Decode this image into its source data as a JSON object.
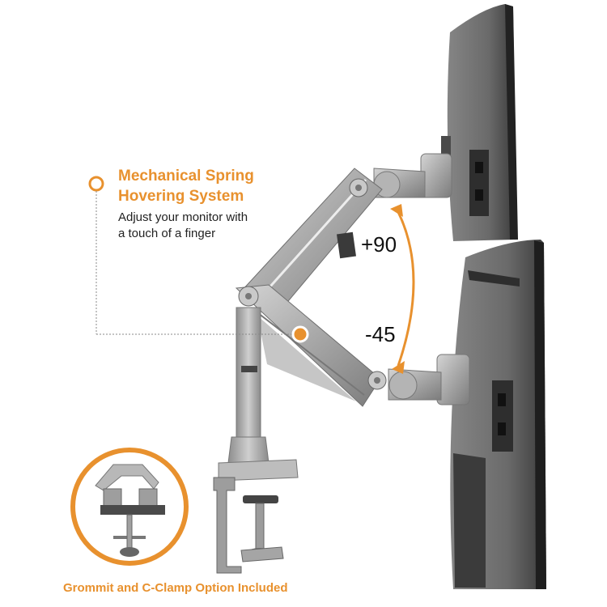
{
  "feature": {
    "title_line1": "Mechanical Spring",
    "title_line2": "Hovering System",
    "desc_line1": "Adjust your monitor with",
    "desc_line2": "a touch of a finger"
  },
  "tilt": {
    "up_label": "+90",
    "down_label": "-45"
  },
  "caption": "Grommit and C-Clamp Option Included",
  "colors": {
    "accent": "#e8912e",
    "metal": "#a9a9a9",
    "screen": "#5f5f5f"
  }
}
